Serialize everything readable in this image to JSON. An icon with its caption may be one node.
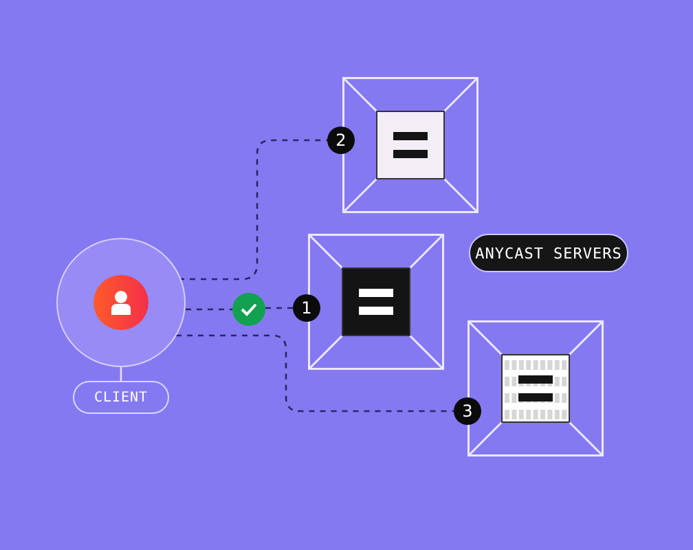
{
  "diagram": {
    "nodes": [
      {
        "text": [],
        "shape": "circle"
      },
      {
        "text": [
          "CLIENT"
        ]
      },
      {
        "text": [],
        "shape": "box"
      },
      {
        "text": [],
        "shape": "box"
      },
      {
        "text": [],
        "shape": "box"
      },
      {
        "text": [],
        "shape": "circle"
      },
      {
        "text": [
          "1"
        ]
      },
      {
        "text": [
          "2"
        ]
      },
      {
        "text": [
          "3"
        ]
      },
      {
        "text": [
          "ANYCAST SERVERS"
        ]
      }
    ],
    "edges": [
      {
        "from": 0,
        "to": 1,
        "arrow": "none",
        "color": "#e6e0ff"
      },
      {
        "from": 0,
        "to": 7,
        "arrow": "none",
        "style": "dashed"
      },
      {
        "from": 0,
        "to": 5,
        "arrow": "none",
        "style": "dashed"
      },
      {
        "from": 5,
        "to": 6,
        "arrow": "none",
        "style": "dashed"
      },
      {
        "from": 0,
        "to": 8,
        "arrow": "none",
        "style": "dashed"
      }
    ]
  }
}
